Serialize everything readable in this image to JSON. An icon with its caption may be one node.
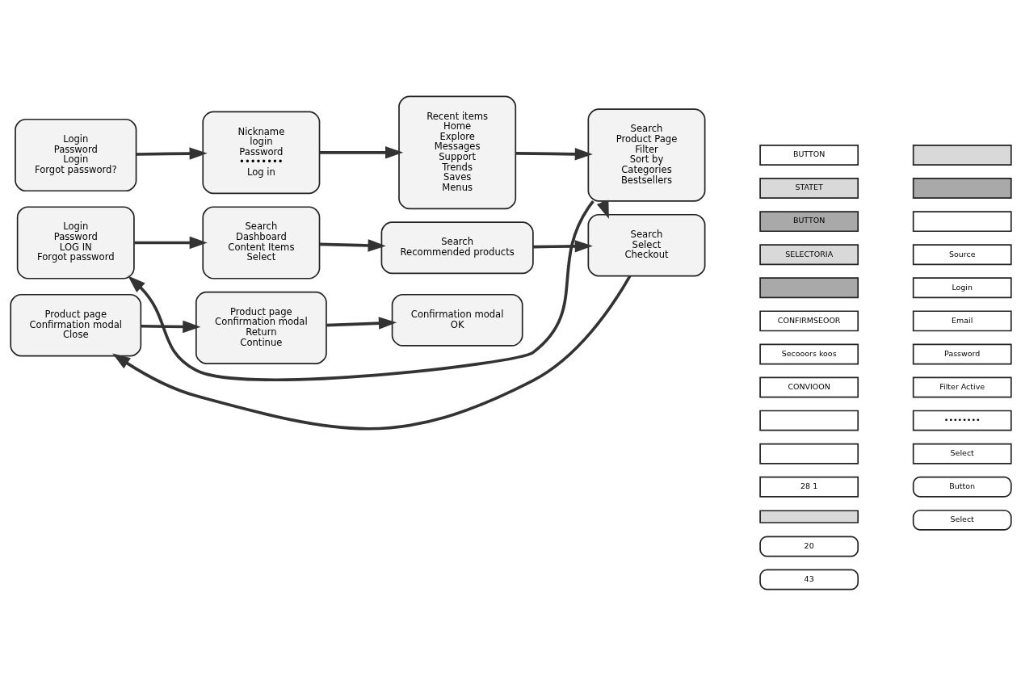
{
  "diagram": {
    "nodes": [
      {
        "text": [
          "Login",
          "Password",
          "Login",
          "Forgot password?"
        ]
      },
      {
        "text": [
          "Nickname",
          "login",
          "Password",
          "••••••••",
          "Log in"
        ]
      },
      {
        "text": [
          "Recent items",
          "Home",
          "Explore",
          "Messages",
          "Support",
          "Trends",
          "Saves",
          "Menus"
        ]
      },
      {
        "text": [
          "Search",
          "Product Page",
          "Filter",
          "Sort by",
          "Categories",
          "Bestsellers"
        ]
      },
      {
        "text": [
          "Login",
          "Password",
          "LOG IN",
          "Forgot password"
        ]
      },
      {
        "text": [
          "Search",
          "Dashboard",
          "Content Items",
          "Select"
        ]
      },
      {
        "text": [
          "Search",
          "Recommended products"
        ]
      },
      {
        "text": [
          "Search",
          "Select",
          "Checkout"
        ]
      },
      {
        "text": [
          "Product page",
          "Confirmation modal",
          "Close"
        ]
      },
      {
        "text": [
          "Product page",
          "Confirmation modal",
          "Return",
          "Continue"
        ]
      },
      {
        "text": [
          "Confirmation modal",
          "OK"
        ]
      },
      {
        "text": [
          "BUTTON"
        ]
      },
      {
        "text": [
          "STATET"
        ]
      },
      {
        "text": [
          "BUTTON"
        ]
      },
      {
        "text": [
          "SELECTORIA"
        ]
      },
      {
        "text": [],
        "shape": "box"
      },
      {
        "text": [
          "CONFIRMSEOOR"
        ]
      },
      {
        "text": [
          "Secooors koos"
        ]
      },
      {
        "text": [
          "CONVIOON"
        ]
      },
      {
        "text": [],
        "shape": "box"
      },
      {
        "text": [],
        "shape": "box"
      },
      {
        "text": [
          "28 1"
        ]
      },
      {
        "text": [],
        "shape": "bar"
      },
      {
        "text": [
          "20"
        ]
      },
      {
        "text": [
          "43"
        ]
      },
      {
        "text": [],
        "shape": "box"
      },
      {
        "text": [],
        "shape": "box"
      },
      {
        "text": [],
        "shape": "box"
      },
      {
        "text": [
          "Source"
        ]
      },
      {
        "text": [
          "Login"
        ]
      },
      {
        "text": [
          "Email"
        ]
      },
      {
        "text": [
          "Password"
        ]
      },
      {
        "text": [
          "Filter Active"
        ]
      },
      {
        "text": [
          "••••••••"
        ]
      },
      {
        "text": [
          "Select"
        ]
      },
      {
        "text": [
          "Button"
        ]
      },
      {
        "text": [
          "Select"
        ]
      }
    ],
    "edges": [
      {
        "from": 0,
        "to": 1,
        "arrow": "to"
      },
      {
        "from": 1,
        "to": 2,
        "arrow": "to"
      },
      {
        "from": 2,
        "to": 3,
        "arrow": "to"
      },
      {
        "from": 3,
        "to": 4,
        "arrow": "to"
      },
      {
        "from": 3,
        "to": 7,
        "arrow": "to"
      },
      {
        "from": 4,
        "to": 5,
        "arrow": "to"
      },
      {
        "from": 5,
        "to": 6,
        "arrow": "to"
      },
      {
        "from": 6,
        "to": 7,
        "arrow": "to"
      },
      {
        "from": 7,
        "to": 8,
        "arrow": "to"
      },
      {
        "from": 8,
        "to": 9,
        "arrow": "to"
      },
      {
        "from": 9,
        "to": 10,
        "arrow": "to"
      }
    ]
  }
}
